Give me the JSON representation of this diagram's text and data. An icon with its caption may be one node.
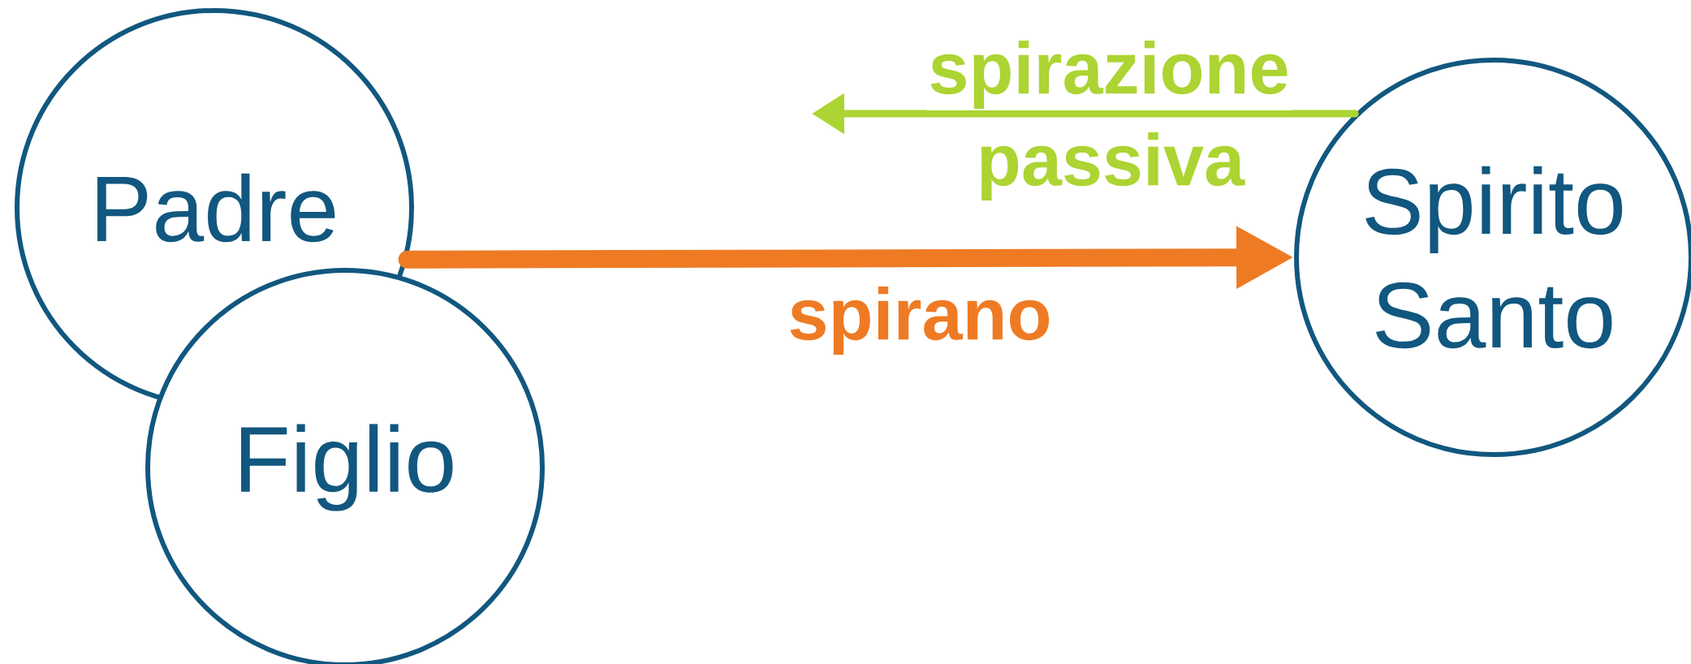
{
  "diagram": {
    "nodes": [
      {
        "text": [
          "Padre"
        ]
      },
      {
        "text": [
          "Figlio"
        ]
      },
      {
        "text": [
          "Spirito Santo"
        ]
      }
    ],
    "edges": [
      {
        "from": 0,
        "to": 2,
        "arrow": "to",
        "label": "spirano",
        "style": "thick",
        "color": "#ee7b24"
      },
      {
        "from": 2,
        "to": null,
        "arrow": "to",
        "label": "spirazione",
        "color": "#acd432"
      }
    ],
    "labels": [
      "passiva"
    ]
  }
}
